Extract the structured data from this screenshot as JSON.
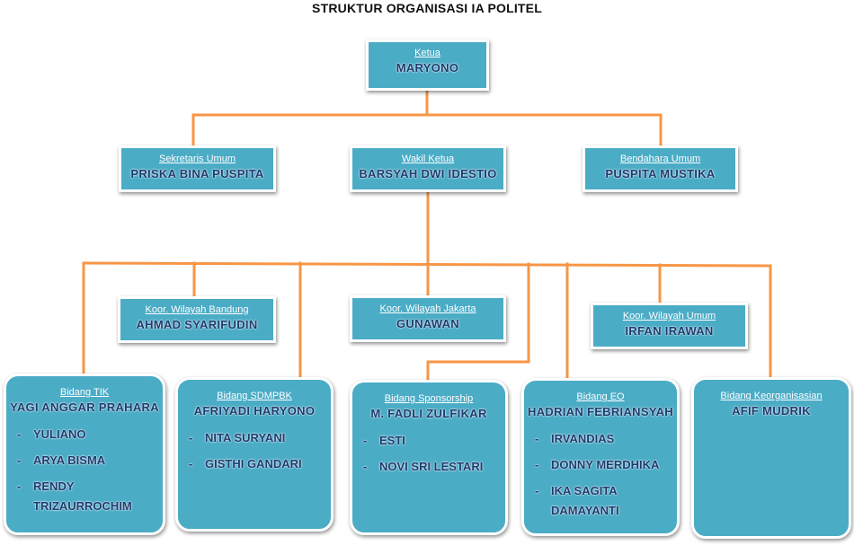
{
  "title": "STRUKTUR ORGANISASI IA POLITEL",
  "colors": {
    "box_fill": "#4bacc6",
    "connector": "#f79646",
    "name_text": "#1f3a6e"
  },
  "ketua": {
    "role": "Ketua",
    "name": "MARYONO"
  },
  "sekretaris": {
    "role": "Sekretaris Umum",
    "name": "PRISKA BINA PUSPITA"
  },
  "wakil": {
    "role": "Wakil Ketua",
    "name": "BARSYAH DWI IDESTIO"
  },
  "bendahara": {
    "role": "Bendahara Umum",
    "name": "PUSPITA MUSTIKA"
  },
  "koor_bandung": {
    "role": "Koor. Wilayah Bandung",
    "name": "AHMAD SYARIFUDIN"
  },
  "koor_jakarta": {
    "role": "Koor. Wilayah Jakarta",
    "name": "GUNAWAN"
  },
  "koor_umum": {
    "role": "Koor. Wilayah Umum",
    "name": "IRFAN IRAWAN"
  },
  "bidang_tik": {
    "role": "Bidang TIK",
    "name": "YAGI ANGGAR PRAHARA",
    "members": [
      "YULIANO",
      "ARYA BISMA",
      "RENDY TRIZAURROCHIM"
    ]
  },
  "bidang_sdmpbk": {
    "role": "Bidang SDMPBK",
    "name": "AFRIYADI HARYONO",
    "members": [
      "NITA SURYANI",
      "GISTHI GANDARI"
    ]
  },
  "bidang_sponsorship": {
    "role": "Bidang Sponsorship",
    "name": "M. FADLI ZULFIKAR",
    "members": [
      "ESTI",
      "NOVI SRI LESTARI"
    ]
  },
  "bidang_eo": {
    "role": "Bidang EO",
    "name": "HADRIAN FEBRIANSYAH",
    "members": [
      "IRVANDIAS",
      "DONNY MERDHIKA",
      "IKA SAGITA DAMAYANTI"
    ]
  },
  "bidang_keorganisasian": {
    "role": "Bidang Keorganisasian",
    "name": "AFIF MUDRIK"
  }
}
